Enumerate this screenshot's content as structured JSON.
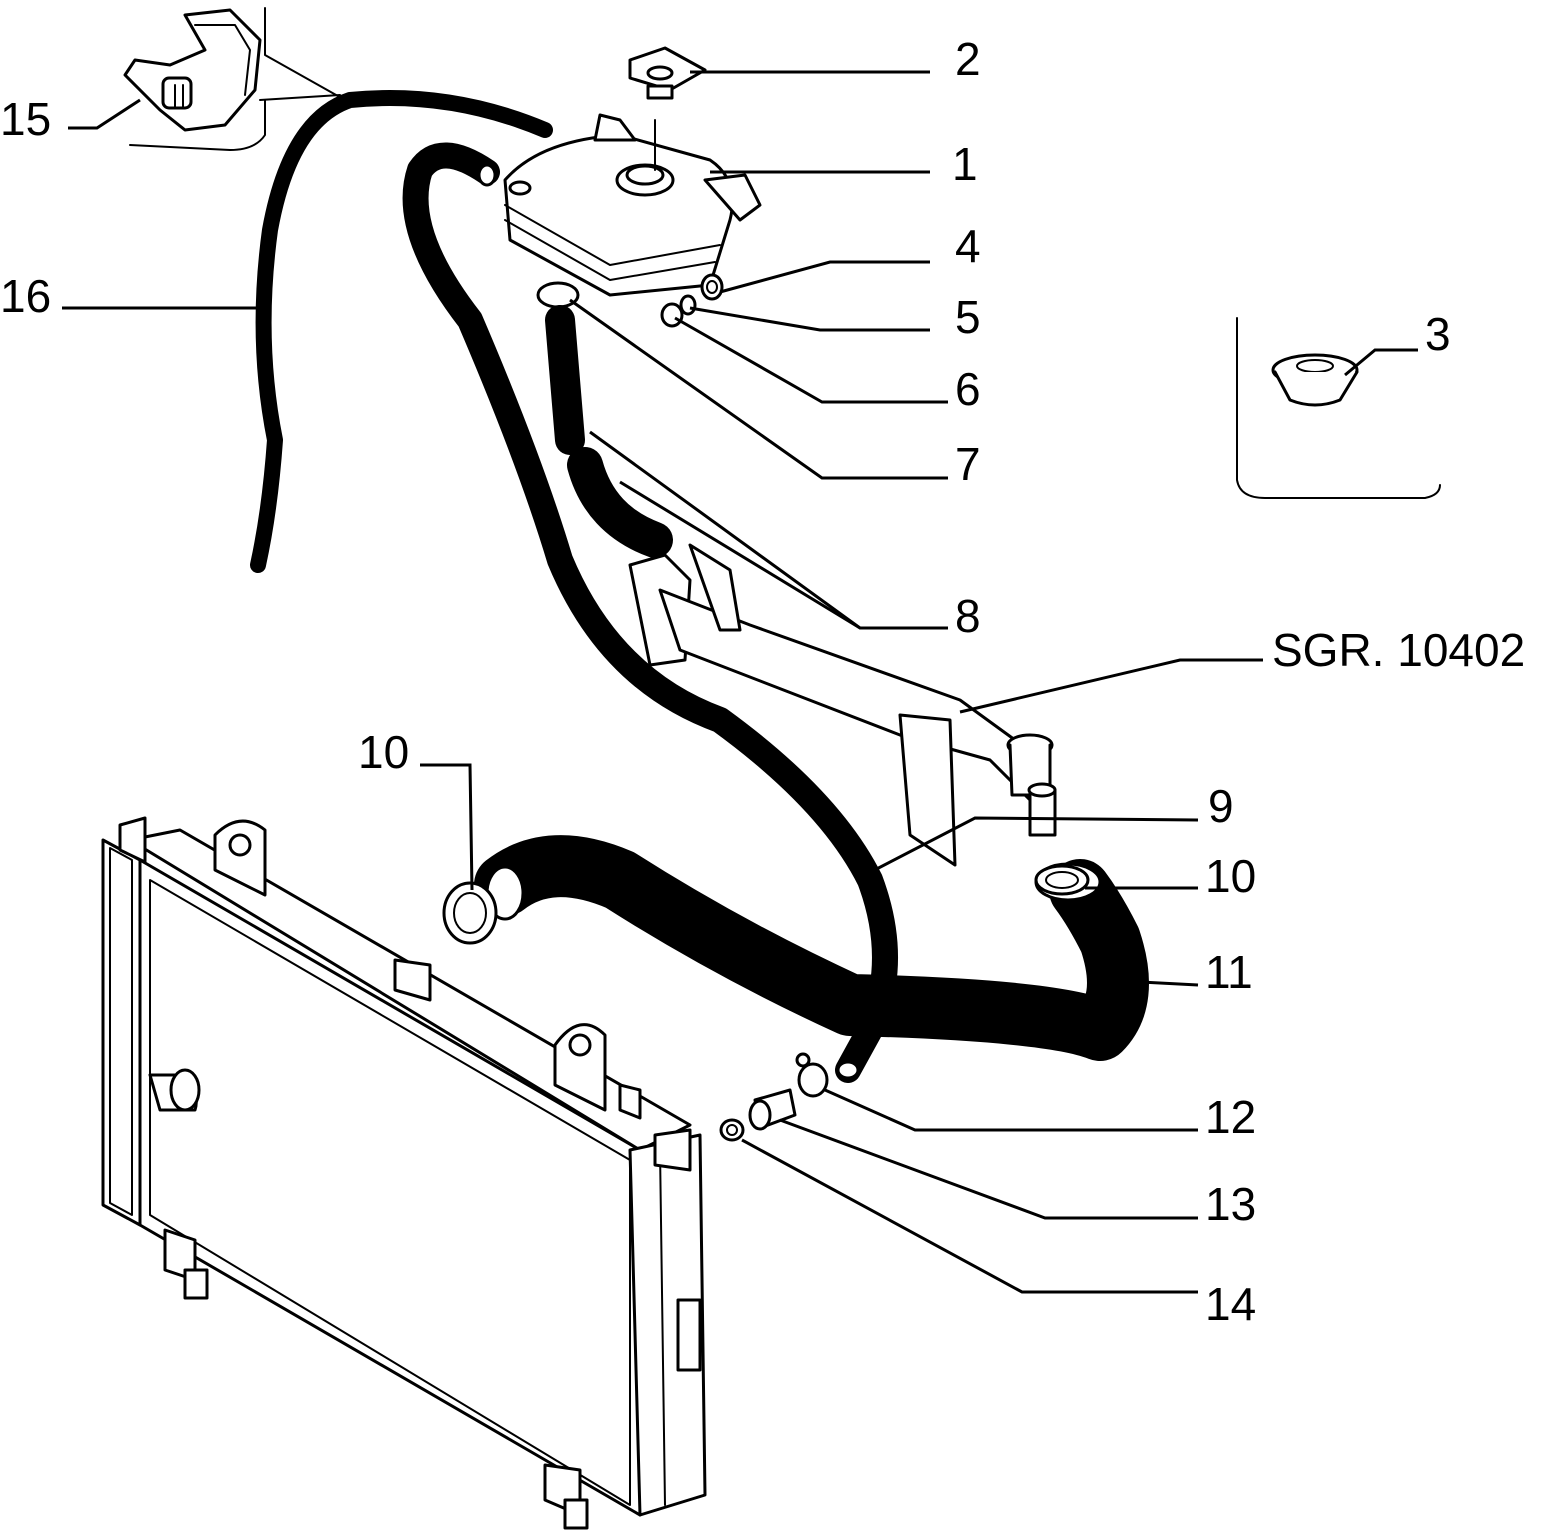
{
  "callouts": [
    {
      "id": "c15",
      "text": "15"
    },
    {
      "id": "c2",
      "text": "2"
    },
    {
      "id": "c1",
      "text": "1"
    },
    {
      "id": "c4",
      "text": "4"
    },
    {
      "id": "c16",
      "text": "16"
    },
    {
      "id": "c5",
      "text": "5"
    },
    {
      "id": "c3",
      "text": "3"
    },
    {
      "id": "c6",
      "text": "6"
    },
    {
      "id": "c7",
      "text": "7"
    },
    {
      "id": "c8",
      "text": "8"
    },
    {
      "id": "csgr",
      "text": "SGR. 10402"
    },
    {
      "id": "c10a",
      "text": "10"
    },
    {
      "id": "c9",
      "text": "9"
    },
    {
      "id": "c10b",
      "text": "10"
    },
    {
      "id": "c11",
      "text": "11"
    },
    {
      "id": "c12",
      "text": "12"
    },
    {
      "id": "c13",
      "text": "13"
    },
    {
      "id": "c14",
      "text": "14"
    }
  ]
}
